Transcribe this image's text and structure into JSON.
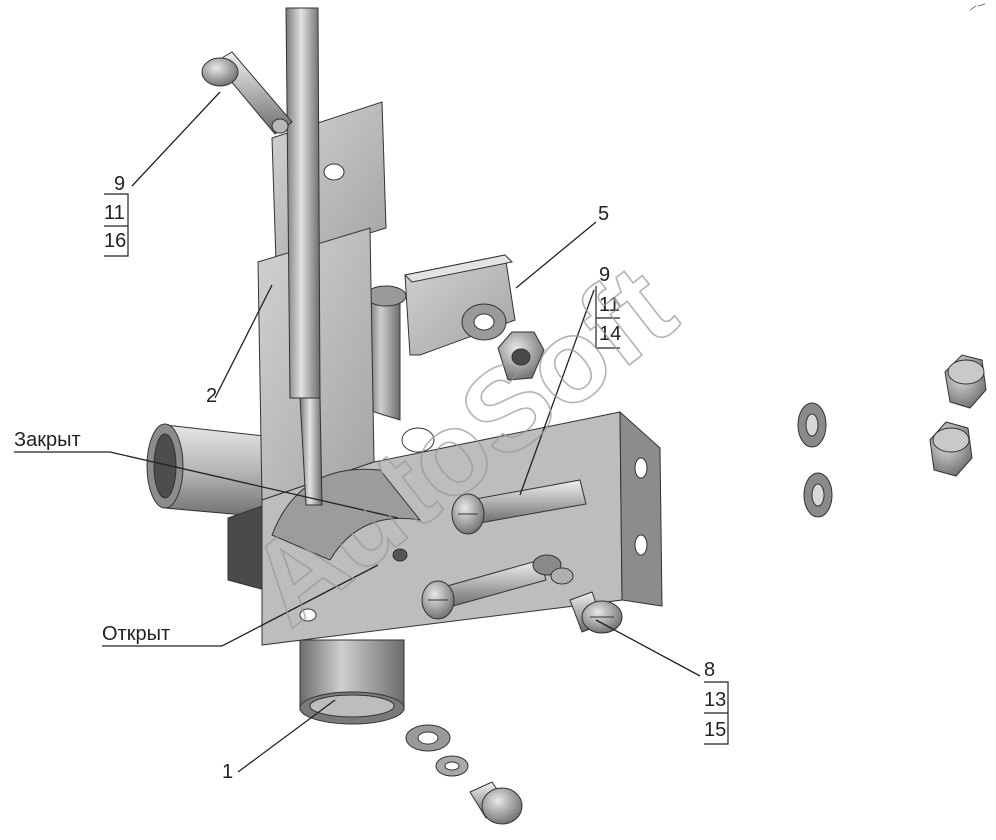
{
  "watermark": "AutoSoft",
  "callouts": {
    "c1": "1",
    "c2": "2",
    "c5": "5",
    "tl": [
      "9",
      "11",
      "16"
    ],
    "mr": [
      "9",
      "11",
      "14"
    ],
    "br": [
      "8",
      "13",
      "15"
    ]
  },
  "states": {
    "closed": "Закрыт",
    "open": "Открыт"
  },
  "colors": {
    "metal_light": "#d6d6d6",
    "metal_mid": "#a9a9a9",
    "metal_dark": "#5e5e5e",
    "line": "#2a2a2a"
  }
}
